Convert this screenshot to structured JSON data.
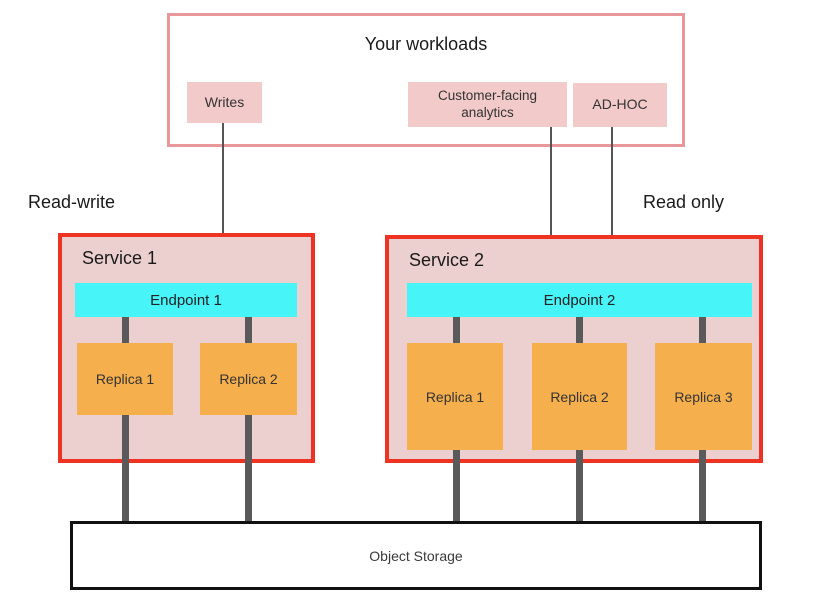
{
  "diagram": {
    "workloads": {
      "title": "Your workloads",
      "items": [
        {
          "label": "Writes"
        },
        {
          "label": "Customer-facing analytics"
        },
        {
          "label": "AD-HOC"
        }
      ]
    },
    "section_labels": {
      "left": "Read-write",
      "right": "Read only"
    },
    "services": [
      {
        "name": "Service 1",
        "endpoint": "Endpoint 1",
        "replicas": [
          "Replica 1",
          "Replica 2"
        ]
      },
      {
        "name": "Service 2",
        "endpoint": "Endpoint 2",
        "replicas": [
          "Replica 1",
          "Replica 2",
          "Replica 3"
        ]
      }
    ],
    "storage": {
      "label": "Object Storage"
    },
    "colors": {
      "workloads_border": "#e8989b",
      "workload_chip_fill": "#f3caca",
      "service_border": "#ee3322",
      "service_fill": "#eccfcf",
      "endpoint_fill": "#47f4f7",
      "replica_fill": "#f5af4d",
      "connector_gray": "#5a5a5a",
      "arrow_gray": "#555555",
      "storage_border": "#111111"
    }
  }
}
